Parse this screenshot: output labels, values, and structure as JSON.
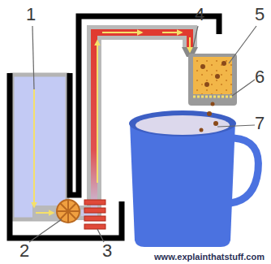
{
  "diagram": {
    "labels": [
      "1",
      "2",
      "3",
      "4",
      "5",
      "6",
      "7",
      "www.explainthatstuff.com"
    ]
  }
}
